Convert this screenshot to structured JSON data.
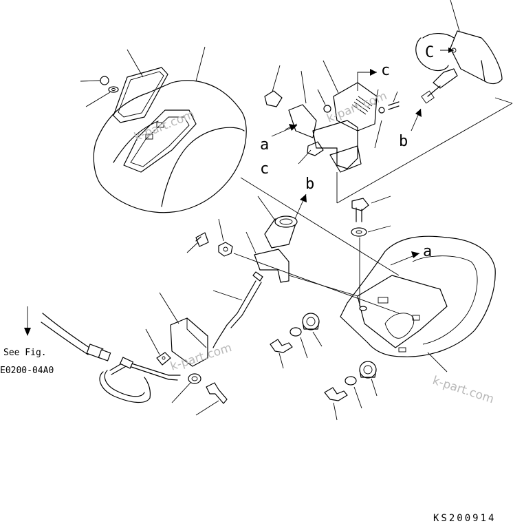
{
  "reference_letters": {
    "a": "a",
    "b": "b",
    "c": "c",
    "c_upper": "C"
  },
  "note": {
    "see_fig_line1": "See Fig.",
    "see_fig_line2": "E0200-04A0"
  },
  "watermark": "k-part.com",
  "drawing_code": "KS200914"
}
